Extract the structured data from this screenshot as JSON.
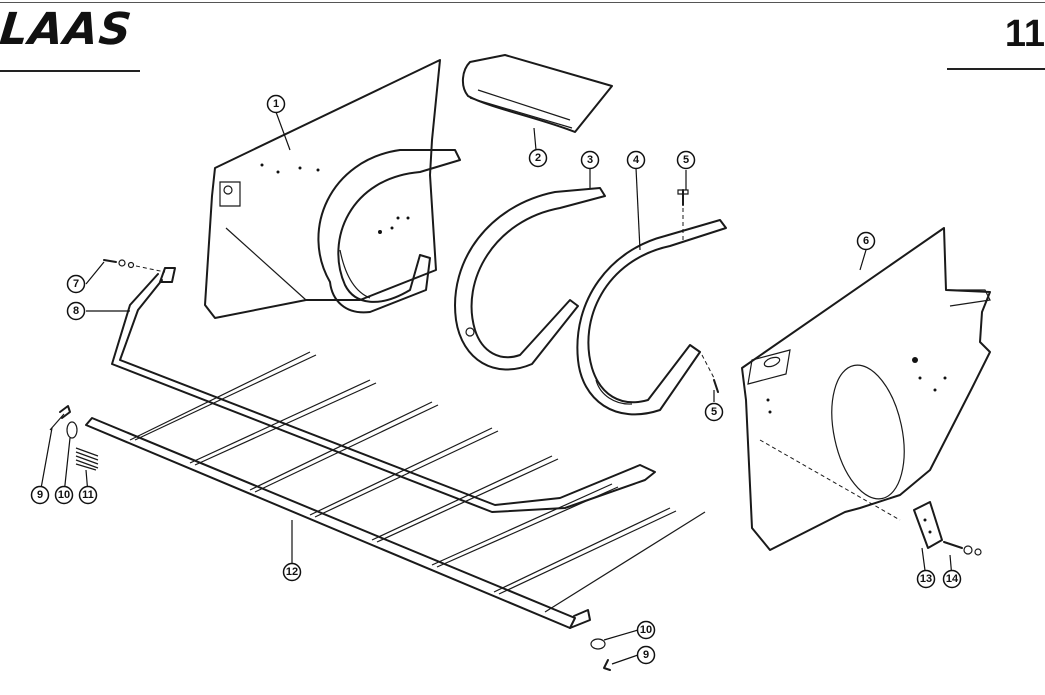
{
  "header": {
    "brand": "LAAS",
    "page_number": "11"
  },
  "callouts": [
    {
      "id": "c1",
      "label": "1"
    },
    {
      "id": "c2",
      "label": "2"
    },
    {
      "id": "c3",
      "label": "3"
    },
    {
      "id": "c4",
      "label": "4"
    },
    {
      "id": "c5a",
      "label": "5"
    },
    {
      "id": "c5b",
      "label": "5"
    },
    {
      "id": "c6",
      "label": "6"
    },
    {
      "id": "c7",
      "label": "7"
    },
    {
      "id": "c8",
      "label": "8"
    },
    {
      "id": "c9a",
      "label": "9"
    },
    {
      "id": "c10a",
      "label": "10"
    },
    {
      "id": "c11",
      "label": "11"
    },
    {
      "id": "c12",
      "label": "12"
    },
    {
      "id": "c10b",
      "label": "10"
    },
    {
      "id": "c9b",
      "label": "9"
    },
    {
      "id": "c13",
      "label": "13"
    },
    {
      "id": "c14",
      "label": "14"
    }
  ]
}
